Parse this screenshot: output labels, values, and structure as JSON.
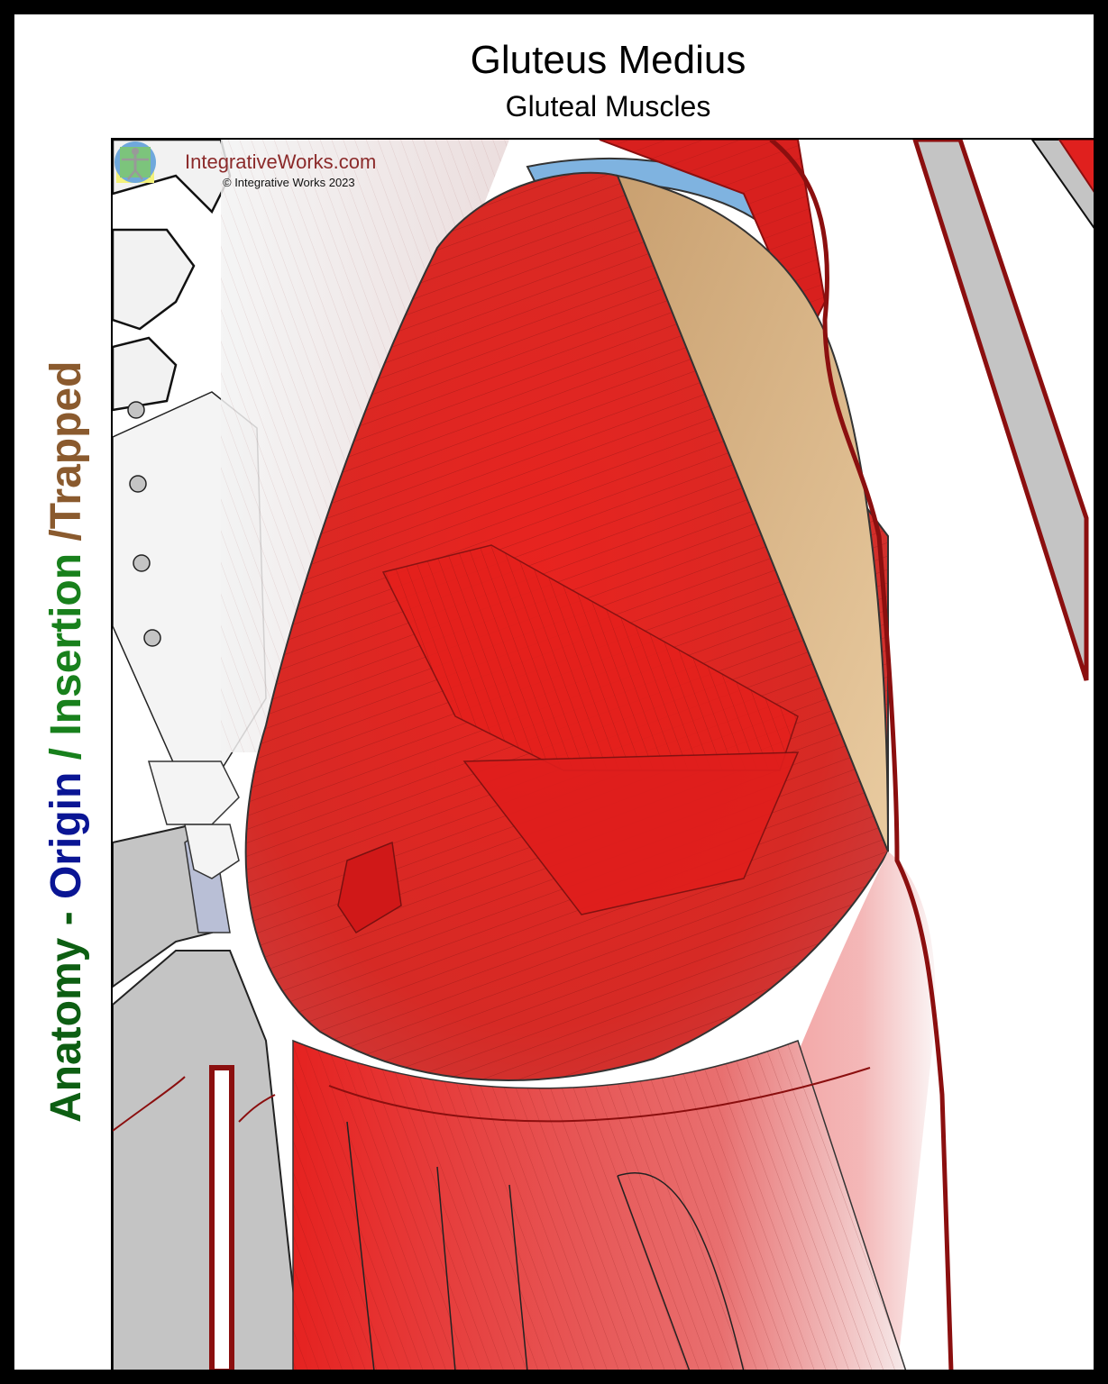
{
  "header": {
    "title": "Gluteus Medius",
    "subtitle": "Gluteal Muscles"
  },
  "sidebar": {
    "anatomy": "Anatomy - ",
    "origin": "Origin",
    "sep1": " / ",
    "insertion": "Insertion",
    "sep2": " /",
    "trapped": "Trapped"
  },
  "watermark": {
    "brand": "IntegrativeWorks.com",
    "copyright": "© Integrative Works 2023",
    "logo_icon": "vitruvian-man-logo-icon"
  },
  "colors": {
    "frame": "#000000",
    "muscle": "#e0201e",
    "muscle_dark": "#8b0f0f",
    "bone": "#c4c4c4",
    "tendon": "#d8b07c",
    "cartilage": "#7fb3e0",
    "anatomy_label": "#0d5e12",
    "origin_label": "#0a1594",
    "insertion_label": "#18801c",
    "trapped_label": "#8a5a2e",
    "brand": "#8b2a2a"
  }
}
